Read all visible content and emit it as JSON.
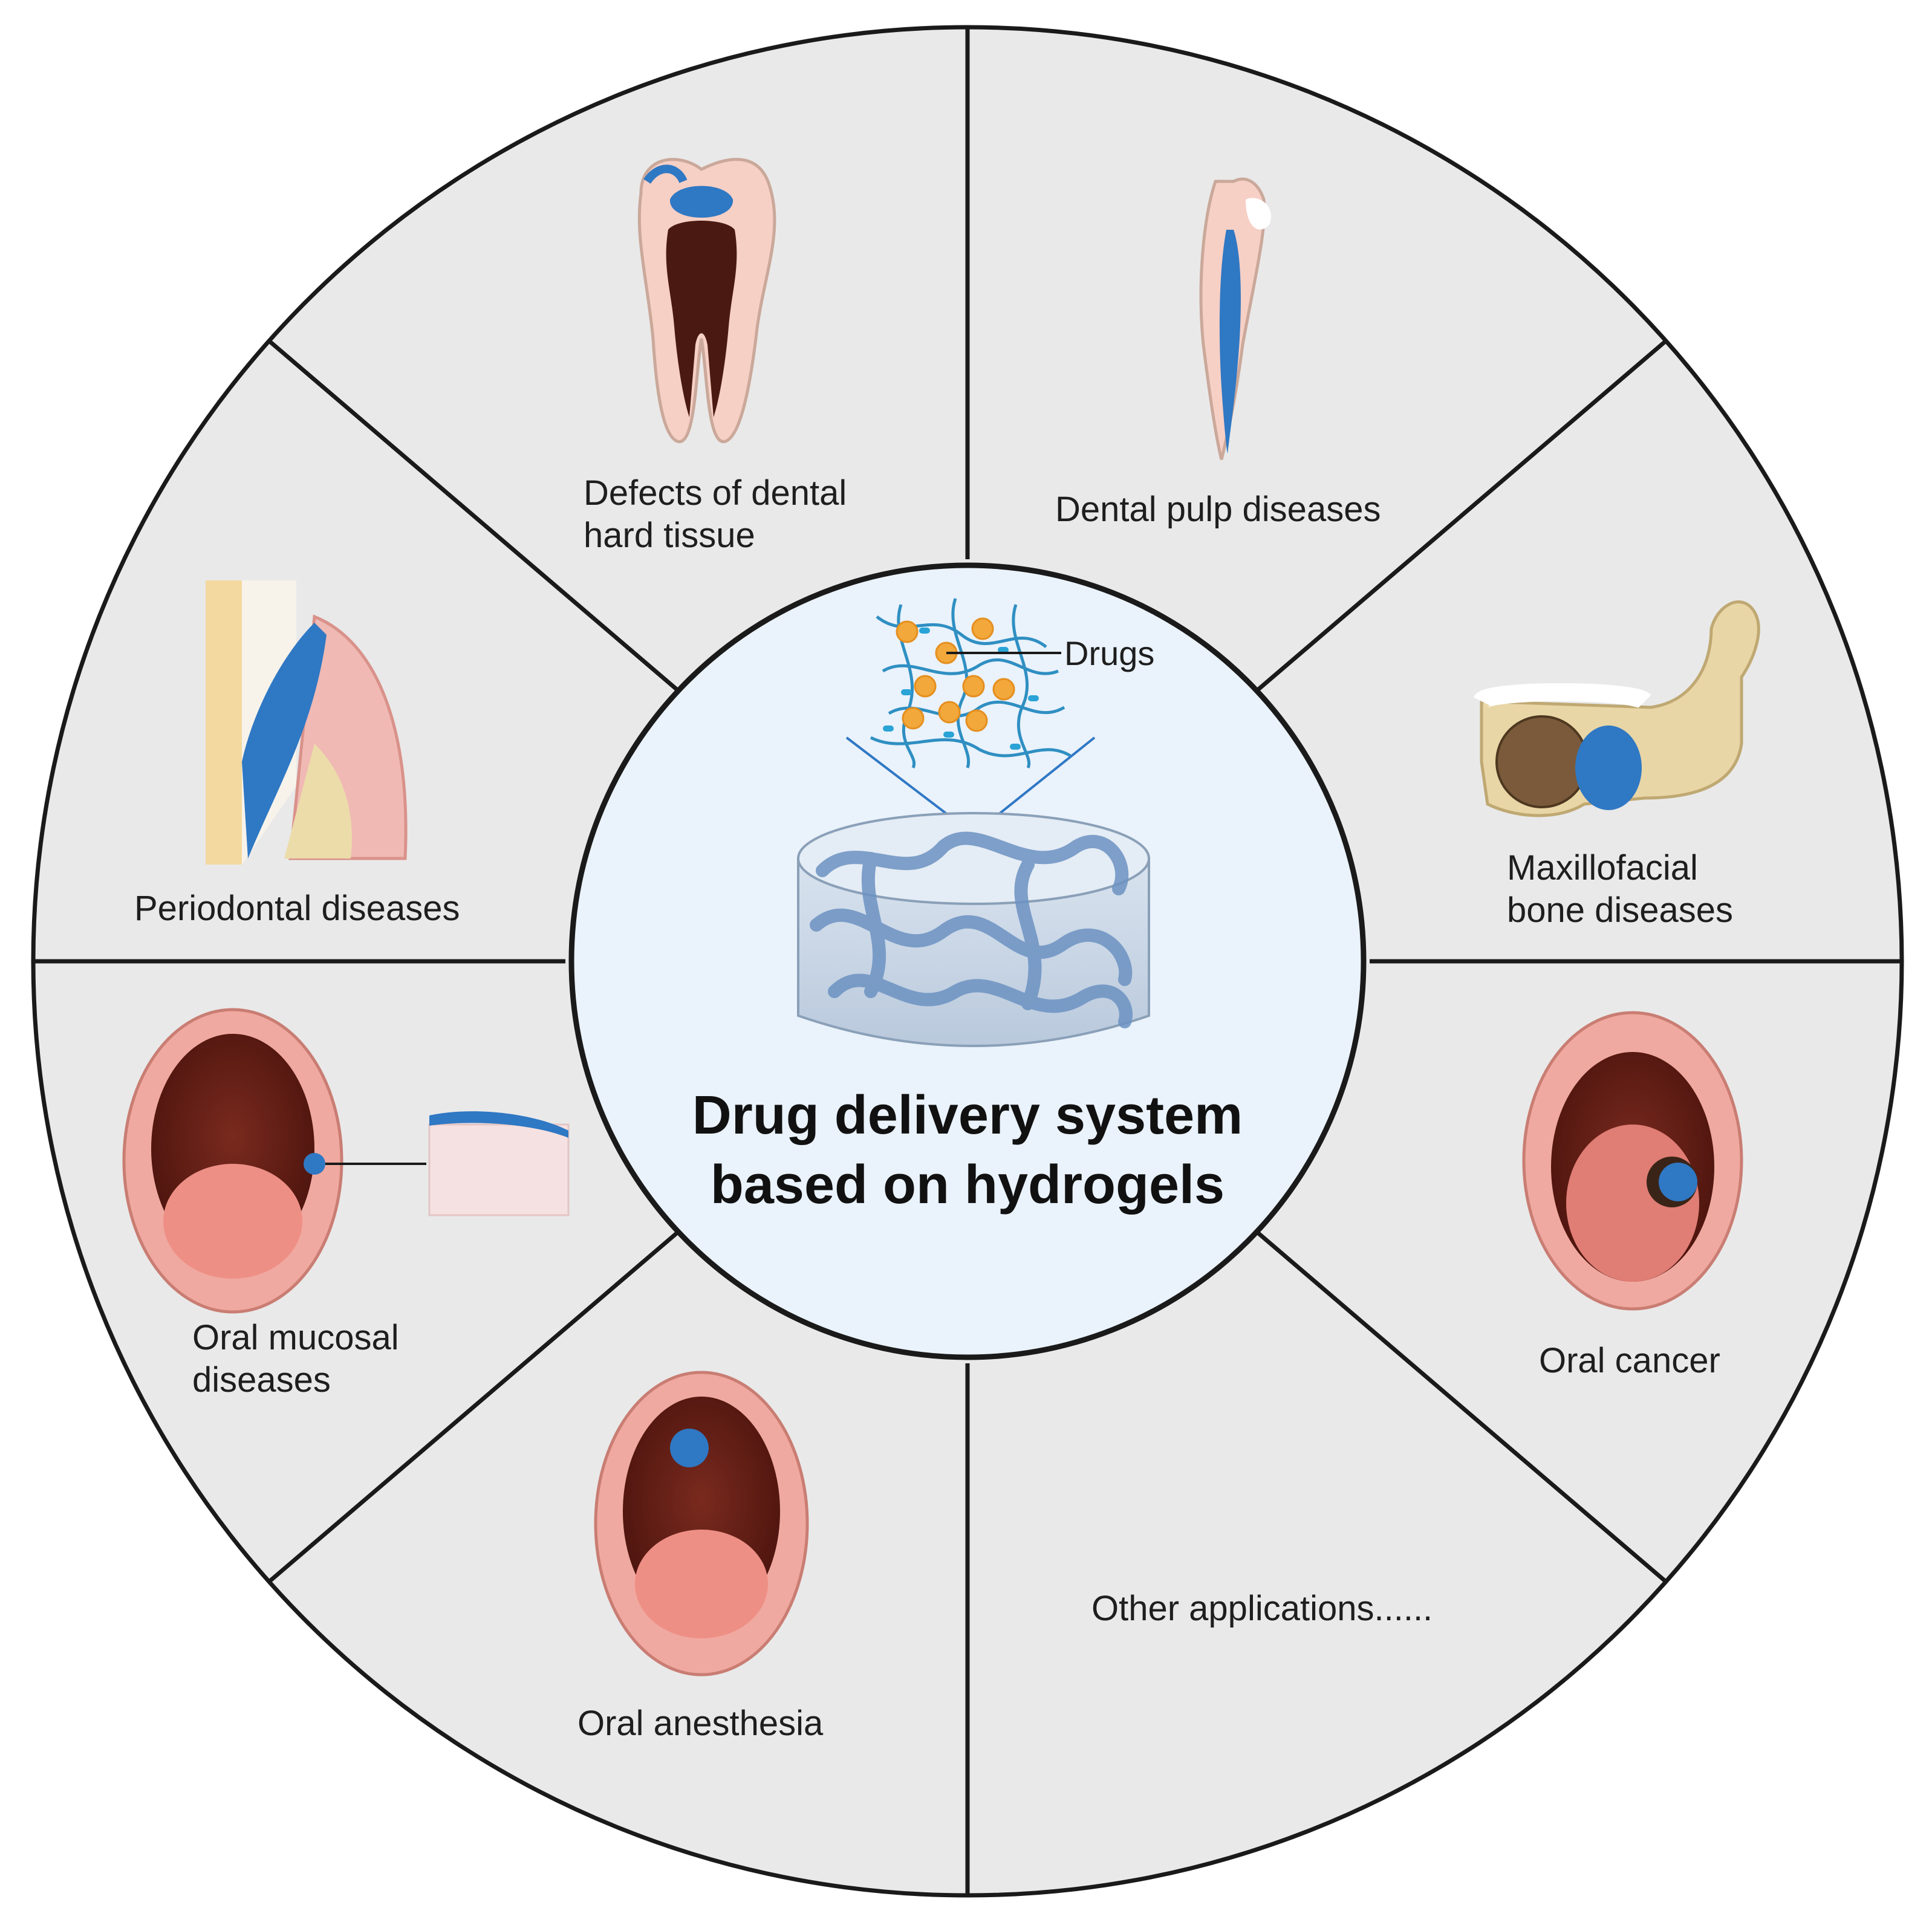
{
  "center": {
    "title_line1": "Drug delivery system",
    "title_line2": "based on hydrogels",
    "drugs_label": "Drugs"
  },
  "segments": {
    "dental_hard_tissue": {
      "line1": "Defects of dental",
      "line2": "hard tissue"
    },
    "dental_pulp": {
      "line1": "Dental pulp diseases"
    },
    "maxillofacial": {
      "line1": "Maxillofacial",
      "line2": "bone diseases"
    },
    "oral_cancer": {
      "line1": "Oral cancer"
    },
    "other": {
      "line1": "Other applications......"
    },
    "anesthesia": {
      "line1": "Oral anesthesia"
    },
    "mucosal": {
      "line1": "Oral mucosal",
      "line2": "diseases"
    },
    "periodontal": {
      "line1": "Periodontal diseases"
    }
  },
  "colors": {
    "segment_fill": "#e9e9e9",
    "center_fill": "#eaf2fb",
    "outline": "#1a1a1a",
    "hydrogel_blue": "#2f78c4",
    "drug_orange": "#f2a83b",
    "gum_pink": "#f0a9a0",
    "tooth_white": "#fdf8ec",
    "bone_beige": "#e9d6a6"
  },
  "icons": [
    "tooth-defect-icon",
    "pulp-tooth-icon",
    "mandible-icon",
    "mouth-cancer-icon",
    "mouth-anesthesia-icon",
    "mouth-mucosal-icon",
    "periodontal-tooth-icon",
    "hydrogel-network-icon",
    "hydrogel-disc-icon"
  ]
}
